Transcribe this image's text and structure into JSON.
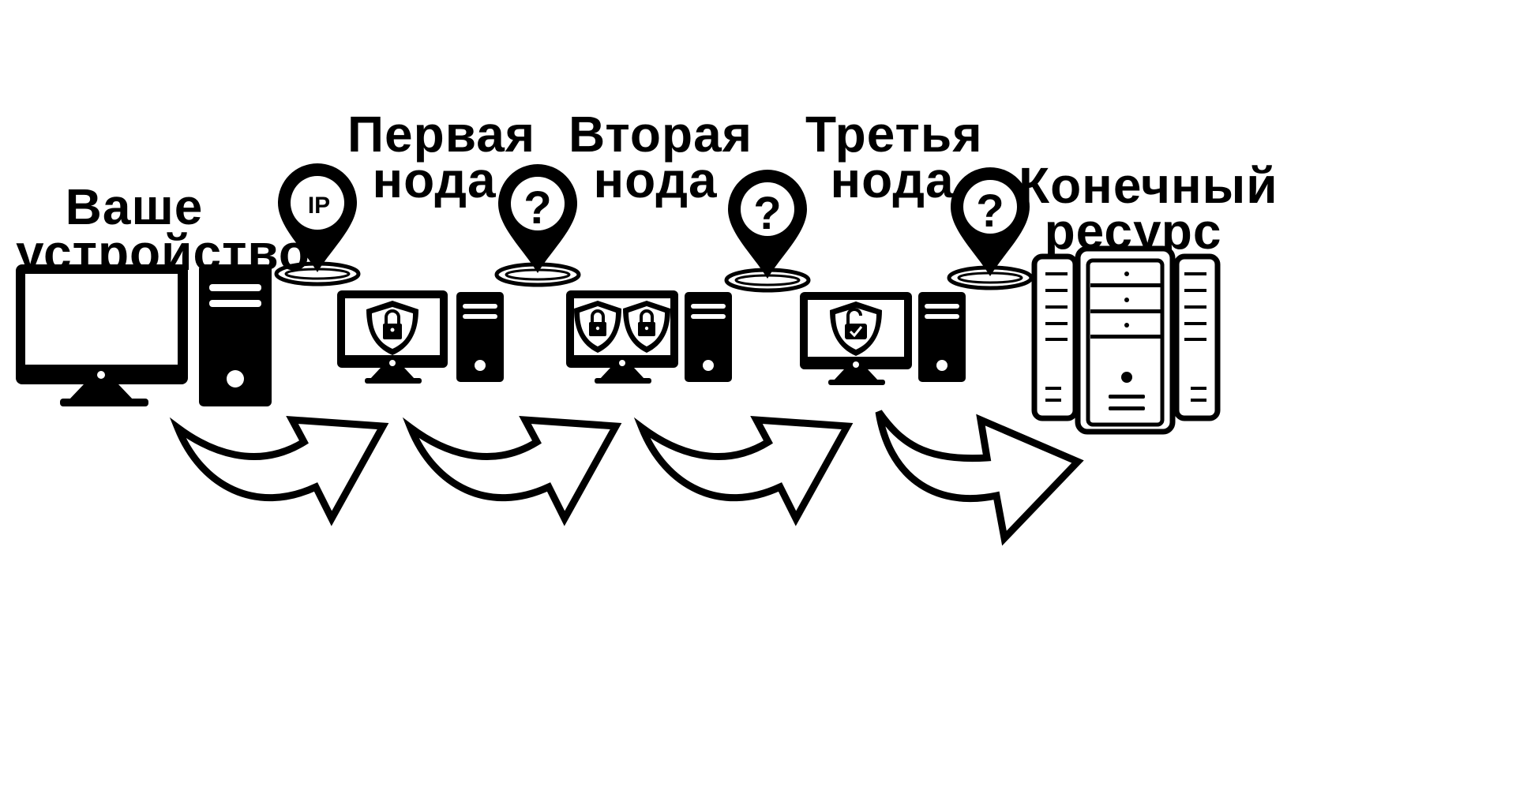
{
  "nodes": [
    {
      "id": "your-device",
      "line1": "Ваше",
      "line2": "устройство",
      "marker": "IP"
    },
    {
      "id": "first-node",
      "line1": "Первая",
      "line2": "нода",
      "marker": "?"
    },
    {
      "id": "second-node",
      "line1": "Вторая",
      "line2": "нода",
      "marker": "?"
    },
    {
      "id": "third-node",
      "line1": "Третья",
      "line2": "нода",
      "marker": "?"
    },
    {
      "id": "end-resource",
      "line1": "Конечный",
      "line2": "ресурс"
    }
  ],
  "colors": {
    "ink": "#000000",
    "paper": "#ffffff"
  },
  "icons": {
    "device": "desktop-computer-icon",
    "node1": "computer-shield-lock-icon",
    "node2": "computer-double-shield-lock-icon",
    "node3": "computer-shield-unlock-icon",
    "resource": "server-rack-icon",
    "pin": "location-pin-icon",
    "arrow": "curved-arrow-icon"
  }
}
